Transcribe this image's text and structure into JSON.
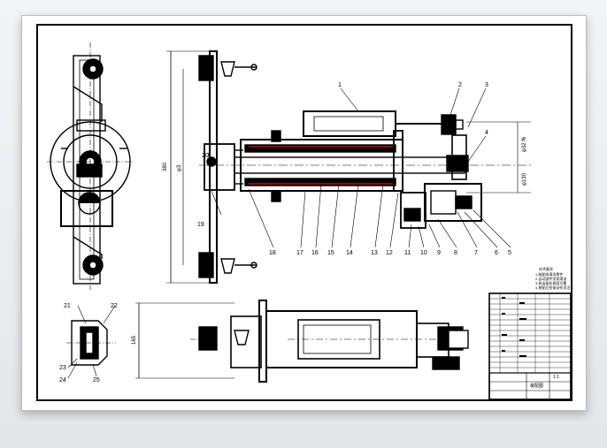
{
  "drawing": {
    "balloons": {
      "top": [
        "1",
        "2",
        "3",
        "4"
      ],
      "bottom": [
        "5",
        "6",
        "7",
        "8",
        "9",
        "10",
        "11",
        "12",
        "13",
        "14",
        "15",
        "16",
        "17",
        "18"
      ],
      "left": [
        "19",
        "20"
      ],
      "detail": [
        "21",
        "22",
        "23",
        "24",
        "25"
      ]
    },
    "dims": {
      "height_main": "380",
      "height_inner": "φ3",
      "height_bottom": "165",
      "right_a": "φ32 f6",
      "right_b": "φ130"
    },
    "title_block": {
      "drawing_name": "装配图",
      "sheet_no": "1:1"
    },
    "tech_notes": {
      "heading": "技术要求",
      "lines": [
        "1.装配前清洗零件",
        "2.运动部件涂润滑油",
        "3.各连接处紧固可靠",
        "4.装配后检查动作灵活"
      ]
    },
    "colors": {
      "accent_red": "#cc0000",
      "line": "#000000"
    }
  }
}
